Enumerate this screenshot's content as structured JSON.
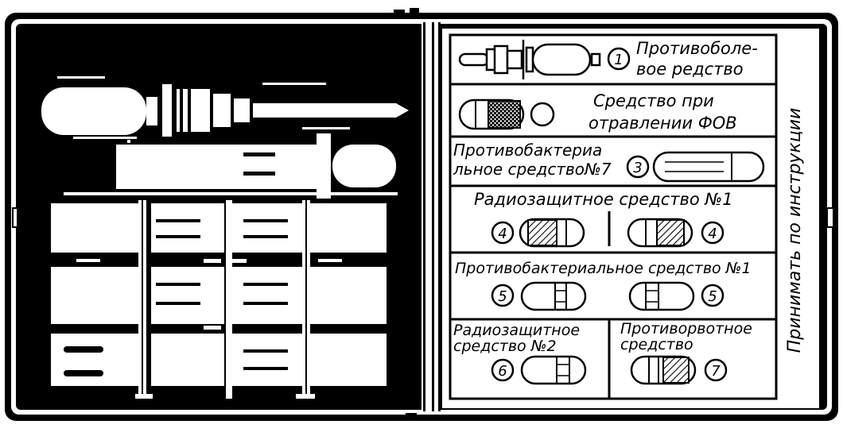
{
  "compartments": [
    {
      "id": "c1",
      "number": "1",
      "label_lines": [
        "Противоболе-",
        "вое  редство"
      ]
    },
    {
      "id": "c2",
      "number": "",
      "label_lines": [
        "Средство  при",
        "отравлении  ФОВ"
      ]
    },
    {
      "id": "c3",
      "number": "3",
      "label_lines": [
        "Противобактериа",
        "льное  средство№7"
      ]
    },
    {
      "id": "c4",
      "number": "4",
      "label_lines": [
        "Радиозащитное  средство №1"
      ]
    },
    {
      "id": "c5",
      "number": "5",
      "label_lines": [
        "Противобактериальное  средство №1"
      ]
    },
    {
      "id": "c6",
      "number": "6",
      "label_lines": [
        "Радиозащитное",
        "средство  №2"
      ]
    },
    {
      "id": "c7",
      "number": "7",
      "label_lines": [
        "Противорвотное",
        "средство"
      ]
    }
  ],
  "side_note": "Принимать  по  инструкции",
  "colors": {
    "ink": "#000000",
    "paper": "#ffffff"
  }
}
